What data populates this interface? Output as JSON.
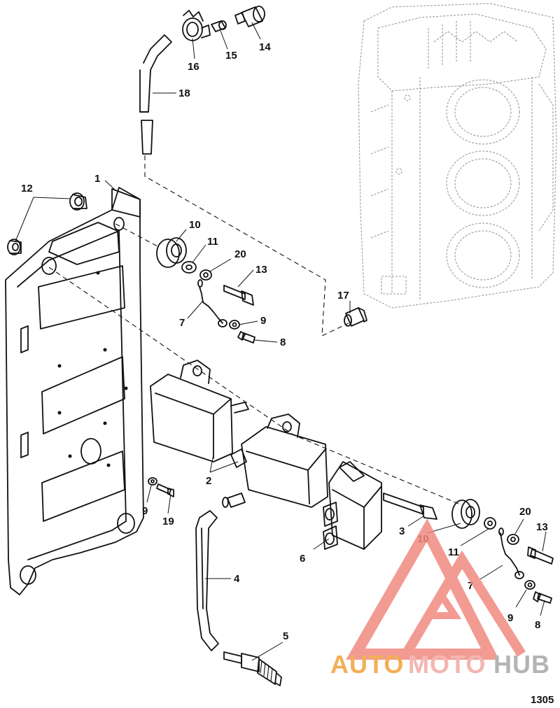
{
  "diagram": {
    "figure_number": "1305",
    "callouts": {
      "c1": "1",
      "c2": "2",
      "c3": "3",
      "c4": "4",
      "c5": "5",
      "c6": "6",
      "c7a": "7",
      "c7b": "7",
      "c8a": "8",
      "c8b": "8",
      "c9a": "9",
      "c9b": "9",
      "c9c": "9",
      "c10a": "10",
      "c10b": "10",
      "c11a": "11",
      "c11b": "11",
      "c12": "12",
      "c13a": "13",
      "c13b": "13",
      "c14": "14",
      "c15": "15",
      "c16": "16",
      "c17": "17",
      "c18": "18",
      "c19": "19",
      "c20a": "20",
      "c20b": "20"
    }
  },
  "watermark": {
    "part1": "AUTO",
    "part2": "MOTO",
    "part3": "HUB",
    "color_orange": "#f2a13a",
    "color_pink": "#f3a9a4",
    "color_gray": "#a8a8a8",
    "triangle_color": "#f08a80"
  }
}
